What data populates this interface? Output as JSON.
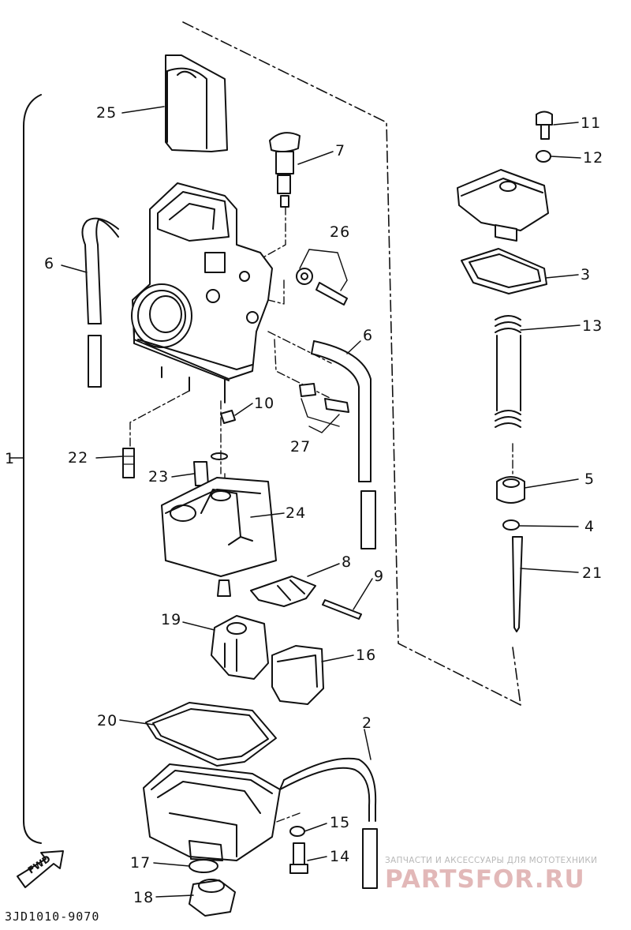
{
  "diagram": {
    "code": "3JD1010-9070",
    "fwd": "FWD",
    "watermark": {
      "line1": "ЗАПЧАСТИ И АКСЕССУАРЫ ДЛЯ МОТОТЕХНИКИ",
      "line2": "PARTSFOR.RU"
    },
    "callouts": [
      {
        "id": "c1",
        "text": "1"
      },
      {
        "id": "c2",
        "text": "2"
      },
      {
        "id": "c3",
        "text": "3"
      },
      {
        "id": "c4",
        "text": "4"
      },
      {
        "id": "c5",
        "text": "5"
      },
      {
        "id": "c6a",
        "text": "6"
      },
      {
        "id": "c6b",
        "text": "6"
      },
      {
        "id": "c7",
        "text": "7"
      },
      {
        "id": "c8",
        "text": "8"
      },
      {
        "id": "c9",
        "text": "9"
      },
      {
        "id": "c10",
        "text": "10"
      },
      {
        "id": "c11",
        "text": "11"
      },
      {
        "id": "c12",
        "text": "12"
      },
      {
        "id": "c13",
        "text": "13"
      },
      {
        "id": "c14",
        "text": "14"
      },
      {
        "id": "c15",
        "text": "15"
      },
      {
        "id": "c16",
        "text": "16"
      },
      {
        "id": "c17",
        "text": "17"
      },
      {
        "id": "c18",
        "text": "18"
      },
      {
        "id": "c19",
        "text": "19"
      },
      {
        "id": "c20",
        "text": "20"
      },
      {
        "id": "c21",
        "text": "21"
      },
      {
        "id": "c22",
        "text": "22"
      },
      {
        "id": "c23",
        "text": "23"
      },
      {
        "id": "c24",
        "text": "24"
      },
      {
        "id": "c25",
        "text": "25"
      },
      {
        "id": "c26",
        "text": "26"
      },
      {
        "id": "c27",
        "text": "27"
      }
    ]
  }
}
